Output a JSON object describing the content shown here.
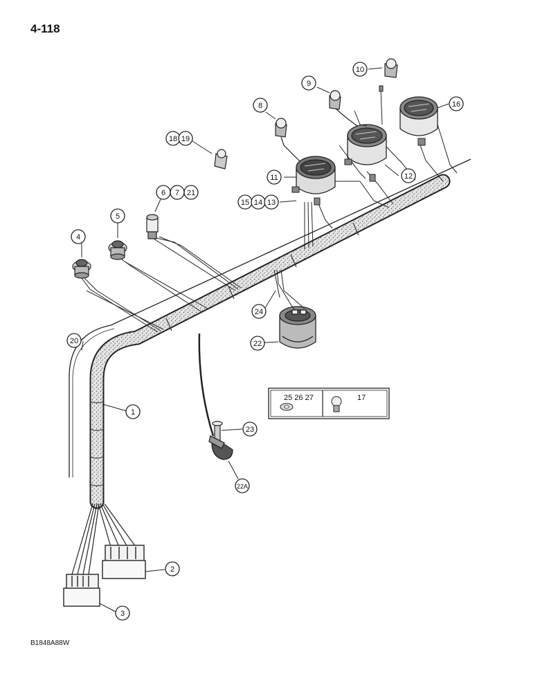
{
  "page_number": "4-118",
  "figure_code": "B1848A88W",
  "callouts": {
    "c1": "1",
    "c2": "2",
    "c3": "3",
    "c4": "4",
    "c5": "5",
    "c6": "6",
    "c7": "7",
    "c21": "21",
    "c8": "8",
    "c9": "9",
    "c10": "10",
    "c11": "11",
    "c12": "12",
    "c13": "13",
    "c14": "14",
    "c15": "15",
    "c16": "16",
    "c18": "18",
    "c19": "19",
    "c20": "20",
    "c22": "22",
    "c22a": "22A",
    "c23": "23",
    "c24": "24"
  },
  "legend": {
    "left_label": "25 26 27",
    "right_label": "17"
  }
}
